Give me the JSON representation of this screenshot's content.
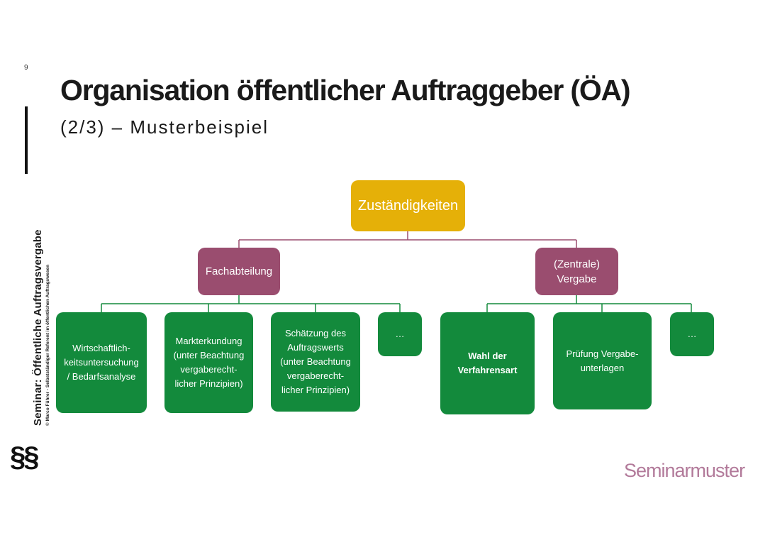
{
  "page_number": "9",
  "title": "Organisation öffentlicher Auftraggeber (ÖA)",
  "subtitle": "(2/3) – Musterbeispiel",
  "sidebar": {
    "seminar_title": "Seminar: Öffentliche Auftragsvergabe",
    "author_line": "© Marco Führer - Selbstständiger Referent im öffentlichen Auftragswesen",
    "symbol": "§§"
  },
  "brand": "Seminarmuster",
  "colors": {
    "root": "#e5b008",
    "level1": "#9a4d6f",
    "level2": "#138a3c",
    "connector_root": "#9a4d6f",
    "connector_leaf": "#138a3c",
    "brand": "#b27a9a"
  },
  "org_chart": {
    "root": "Zuständigkeiten",
    "branches": [
      {
        "label": "Fachabteilung",
        "children": [
          "Wirtschaftlich-\nkeitsuntersuchung\n/ Bedarfsanalyse",
          "Markterkundung\n(unter Beachtung\nvergaberecht-\nlicher Prinzipien)",
          "Schätzung des\nAuftragswerts\n(unter Beachtung\nvergaberecht-\nlicher Prinzipien)",
          "…"
        ]
      },
      {
        "label": "(Zentrale)\nVergabe",
        "children": [
          "Wahl der\nVerfahrensart",
          "Prüfung Vergabe-\nunterlagen",
          "…"
        ]
      }
    ]
  }
}
